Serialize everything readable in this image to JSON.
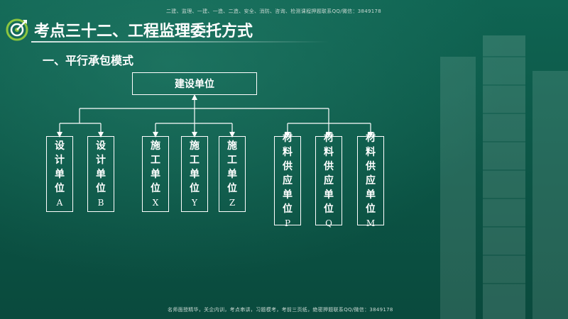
{
  "header": {
    "top_note": "二建、监理、一建、一造、二造、安全、消防、咨询、检测课程押题联系QQ/微信：3849178",
    "title": "考点三十二、工程监理委托方式"
  },
  "section": {
    "heading": "一、平行承包模式"
  },
  "diagram": {
    "root": "建设单位",
    "groups": [
      {
        "nodes": [
          {
            "chars": [
              "设",
              "计",
              "单",
              "位"
            ],
            "code": "A"
          },
          {
            "chars": [
              "设",
              "计",
              "单",
              "位"
            ],
            "code": "B"
          }
        ]
      },
      {
        "nodes": [
          {
            "chars": [
              "施",
              "工",
              "单",
              "位"
            ],
            "code": "X"
          },
          {
            "chars": [
              "施",
              "工",
              "单",
              "位"
            ],
            "code": "Y"
          },
          {
            "chars": [
              "施",
              "工",
              "单",
              "位"
            ],
            "code": "Z"
          }
        ]
      },
      {
        "nodes": [
          {
            "chars": [
              "材",
              "料",
              "供",
              "应",
              "单",
              "位"
            ],
            "code": "P"
          },
          {
            "chars": [
              "材",
              "料",
              "供",
              "应",
              "单",
              "位"
            ],
            "code": "Q"
          },
          {
            "chars": [
              "材",
              "料",
              "供",
              "应",
              "单",
              "位"
            ],
            "code": "M"
          }
        ]
      }
    ]
  },
  "footer": {
    "note": "名师面授精华，关企内训，考点串讲，习题模考，考前三页纸，绝密押题联系QQ/微信：3849178"
  },
  "colors": {
    "background": "#0d5a4b",
    "line": "#ffffff",
    "logo_accent": "#8cc63f"
  }
}
